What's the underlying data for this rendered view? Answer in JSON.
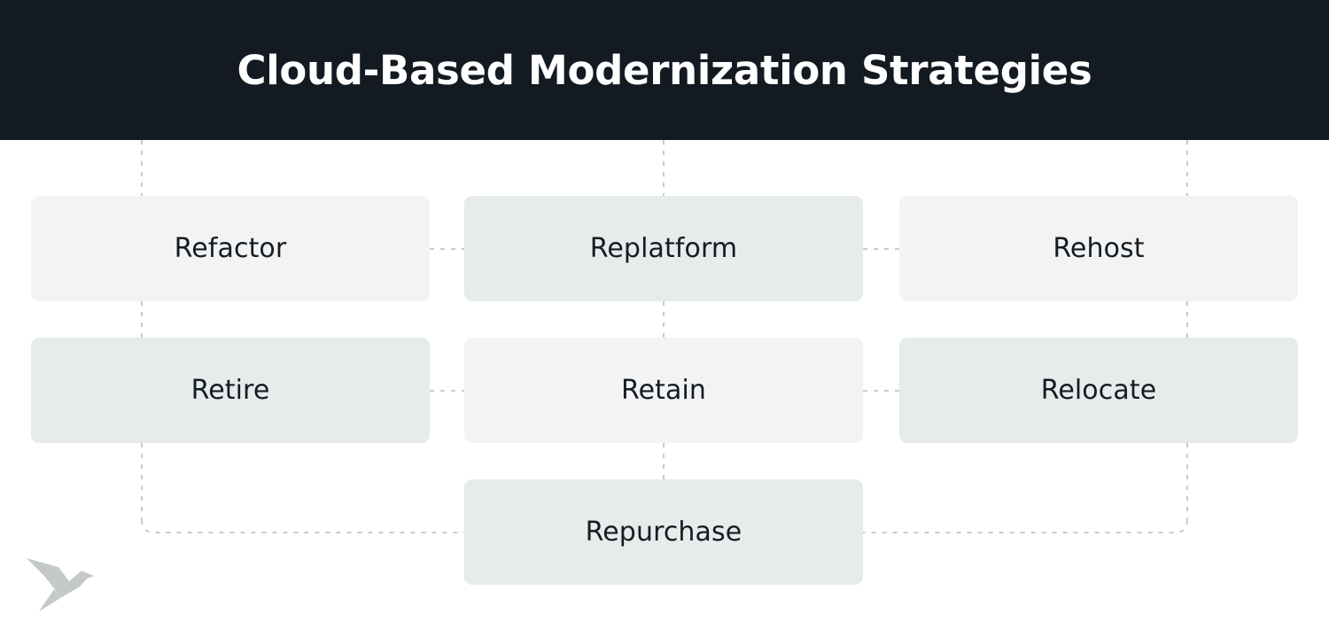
{
  "header": {
    "title": "Cloud-Based Modernization Strategies",
    "background_color": "#131a21",
    "text_color": "#ffffff"
  },
  "theme": {
    "page_background": "#ffffff",
    "box_gray": "#f3f3f3",
    "box_green": "#e5ecea",
    "box_text_color": "#141c24",
    "connector_color": "#c9cccc",
    "logo_color": "#c4c8c8"
  },
  "diagram": {
    "type": "grid-flow",
    "columns": 3,
    "rows": 3,
    "nodes": [
      {
        "id": "refactor",
        "label": "Refactor",
        "row": 1,
        "column": 1,
        "fill": "gray"
      },
      {
        "id": "replatform",
        "label": "Replatform",
        "row": 1,
        "column": 2,
        "fill": "green"
      },
      {
        "id": "rehost",
        "label": "Rehost",
        "row": 1,
        "column": 3,
        "fill": "gray"
      },
      {
        "id": "retire",
        "label": "Retire",
        "row": 2,
        "column": 1,
        "fill": "green"
      },
      {
        "id": "retain",
        "label": "Retain",
        "row": 2,
        "column": 2,
        "fill": "gray"
      },
      {
        "id": "relocate",
        "label": "Relocate",
        "row": 2,
        "column": 3,
        "fill": "green"
      },
      {
        "id": "repurchase",
        "label": "Repurchase",
        "row": 3,
        "column": 2,
        "fill": "green"
      }
    ],
    "connectors": [
      {
        "from": "refactor",
        "to": "replatform",
        "style": "dashed",
        "orientation": "horizontal"
      },
      {
        "from": "replatform",
        "to": "rehost",
        "style": "dashed",
        "orientation": "horizontal"
      },
      {
        "from": "retire",
        "to": "retain",
        "style": "dashed",
        "orientation": "horizontal"
      },
      {
        "from": "retain",
        "to": "relocate",
        "style": "dashed",
        "orientation": "horizontal"
      },
      {
        "from": "refactor",
        "to": "retire",
        "style": "dashed",
        "orientation": "vertical"
      },
      {
        "from": "replatform",
        "to": "retain",
        "style": "dashed",
        "orientation": "vertical"
      },
      {
        "from": "rehost",
        "to": "relocate",
        "style": "dashed",
        "orientation": "vertical"
      },
      {
        "from": "retain",
        "to": "repurchase",
        "style": "dashed",
        "orientation": "vertical"
      },
      {
        "from": "retire",
        "to": "repurchase",
        "style": "dashed",
        "orientation": "elbow-left"
      },
      {
        "from": "relocate",
        "to": "repurchase",
        "style": "dashed",
        "orientation": "elbow-right"
      }
    ]
  },
  "logo": {
    "name": "origami-bird-logo"
  }
}
